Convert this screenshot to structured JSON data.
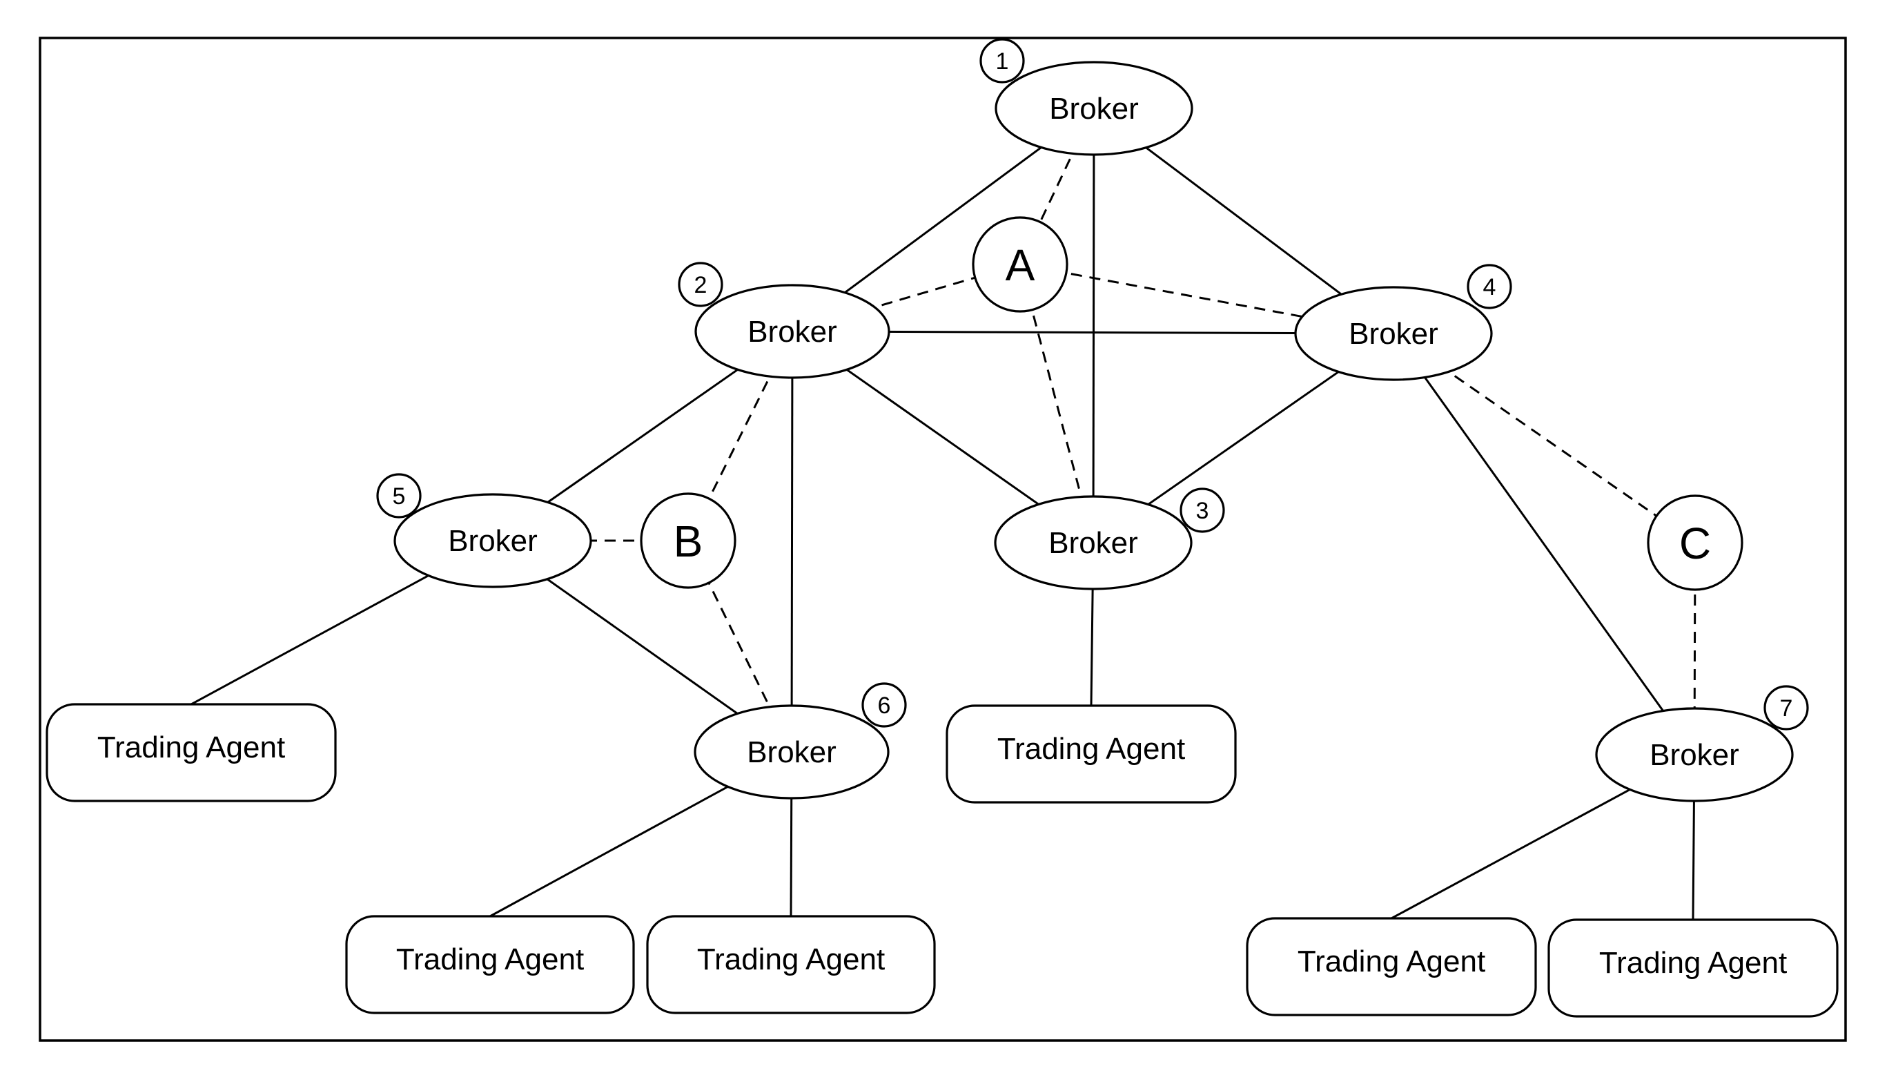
{
  "brokers": [
    {
      "id": "1",
      "label": "Broker",
      "number": "1"
    },
    {
      "id": "2",
      "label": "Broker",
      "number": "2"
    },
    {
      "id": "3",
      "label": "Broker",
      "number": "3"
    },
    {
      "id": "4",
      "label": "Broker",
      "number": "4"
    },
    {
      "id": "5",
      "label": "Broker",
      "number": "5"
    },
    {
      "id": "6",
      "label": "Broker",
      "number": "6"
    },
    {
      "id": "7",
      "label": "Broker",
      "number": "7"
    }
  ],
  "hubs": [
    {
      "id": "A",
      "label": "A"
    },
    {
      "id": "B",
      "label": "B"
    },
    {
      "id": "C",
      "label": "C"
    }
  ],
  "agents": [
    {
      "id": "ta5",
      "label": "Trading Agent"
    },
    {
      "id": "ta6a",
      "label": "Trading Agent"
    },
    {
      "id": "ta6b",
      "label": "Trading Agent"
    },
    {
      "id": "ta3",
      "label": "Trading Agent"
    },
    {
      "id": "ta7a",
      "label": "Trading Agent"
    },
    {
      "id": "ta7b",
      "label": "Trading Agent"
    }
  ],
  "edges": [
    {
      "from": "1",
      "to": "2",
      "style": "solid"
    },
    {
      "from": "1",
      "to": "4",
      "style": "solid"
    },
    {
      "from": "1",
      "to": "3",
      "style": "solid"
    },
    {
      "from": "2",
      "to": "4",
      "style": "solid"
    },
    {
      "from": "2",
      "to": "3",
      "style": "solid"
    },
    {
      "from": "2",
      "to": "5",
      "style": "solid"
    },
    {
      "from": "2",
      "to": "6",
      "style": "solid"
    },
    {
      "from": "4",
      "to": "3",
      "style": "solid"
    },
    {
      "from": "4",
      "to": "7",
      "style": "solid"
    },
    {
      "from": "5",
      "to": "6",
      "style": "solid"
    },
    {
      "from": "1",
      "to": "A",
      "style": "dashed"
    },
    {
      "from": "2",
      "to": "A",
      "style": "dashed"
    },
    {
      "from": "4",
      "to": "A",
      "style": "dashed"
    },
    {
      "from": "3",
      "to": "A",
      "style": "dashed"
    },
    {
      "from": "2",
      "to": "B",
      "style": "dashed"
    },
    {
      "from": "5",
      "to": "B",
      "style": "dashed"
    },
    {
      "from": "6",
      "to": "B",
      "style": "dashed"
    },
    {
      "from": "4",
      "to": "C",
      "style": "dashed"
    },
    {
      "from": "7",
      "to": "C",
      "style": "dashed"
    },
    {
      "from": "5",
      "to": "ta5",
      "style": "solid"
    },
    {
      "from": "6",
      "to": "ta6a",
      "style": "solid"
    },
    {
      "from": "6",
      "to": "ta6b",
      "style": "solid"
    },
    {
      "from": "3",
      "to": "ta3",
      "style": "solid"
    },
    {
      "from": "7",
      "to": "ta7a",
      "style": "solid"
    },
    {
      "from": "7",
      "to": "ta7b",
      "style": "solid"
    }
  ]
}
